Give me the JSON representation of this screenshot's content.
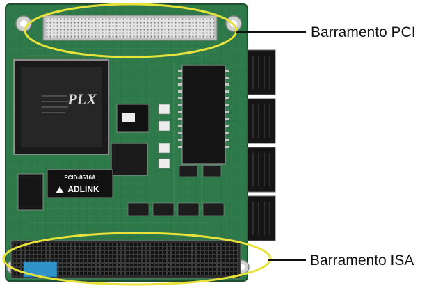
{
  "diagram": {
    "callouts": [
      {
        "id": "pci",
        "label": "Barramento PCI"
      },
      {
        "id": "isa",
        "label": "Barramento ISA"
      }
    ],
    "board_markings": {
      "main_chip_logo": "PLX",
      "board_model": "PCID-8516A",
      "board_brand": "ADLINK"
    },
    "colors": {
      "pcb": "#2f7a4a",
      "pcb_dark": "#1f5a34",
      "highlight_ellipse": "#e8e23a",
      "connector_pins": "#2b2b2b",
      "pci_header": "#dcdcdc",
      "callout_line": "#111111",
      "label_text": "#111111"
    }
  }
}
